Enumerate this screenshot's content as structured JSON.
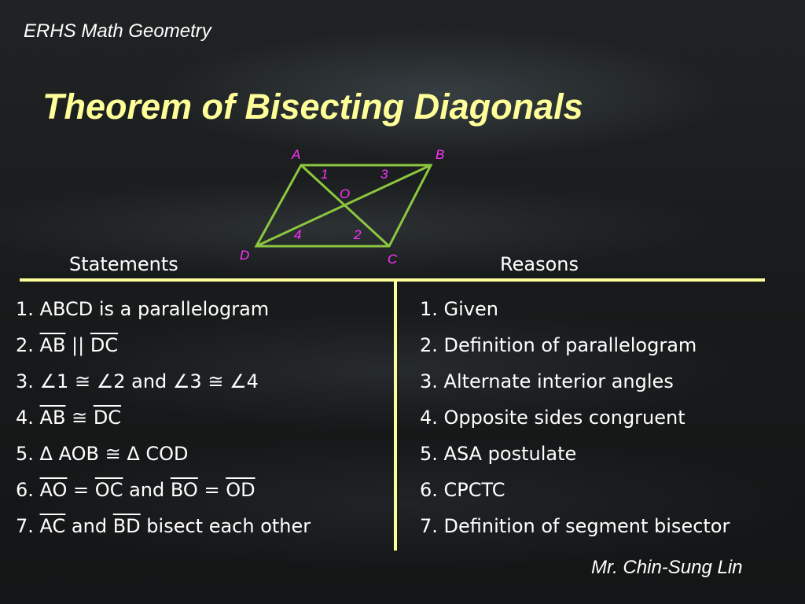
{
  "slide": {
    "header": "ERHS Math Geometry",
    "title": "Theorem of Bisecting Diagonals",
    "footer": "Mr. Chin-Sung Lin"
  },
  "figure": {
    "vertex_labels": [
      "A",
      "B",
      "C",
      "D"
    ],
    "center_label": "O",
    "angle_labels": [
      "1",
      "2",
      "3",
      "4"
    ],
    "line_color": "#8dc63f",
    "label_color": "#ff33ff"
  },
  "columns": {
    "statements_heading": "Statements",
    "reasons_heading": "Reasons",
    "rule_color": "#ffff99"
  },
  "proof": [
    {
      "statement": [
        "1. ABCD is a parallelogram"
      ],
      "reason": "1. Given"
    },
    {
      "statement": [
        "2. ",
        "AB",
        " || ",
        "DC"
      ],
      "reason": "2. Definition of parallelogram"
    },
    {
      "statement": [
        "3. ",
        "∠",
        "1 ",
        "≅",
        " ",
        "∠",
        "2 and ",
        "∠",
        "3 ",
        "≅",
        " ",
        "∠",
        "4"
      ],
      "reason": "3. Alternate interior angles"
    },
    {
      "statement": [
        "4. ",
        "AB",
        " ",
        "≅",
        " ",
        "DC"
      ],
      "reason": "4. Opposite sides congruent"
    },
    {
      "statement": [
        "5. ",
        "Δ",
        " AOB ",
        "≅",
        " ",
        "Δ",
        " COD"
      ],
      "reason": "5. ASA postulate"
    },
    {
      "statement": [
        "6. ",
        "AO",
        " = ",
        "OC",
        " and ",
        "BO",
        " = ",
        "OD"
      ],
      "reason": "6. CPCTC"
    },
    {
      "statement": [
        "7. ",
        "AC",
        " and ",
        "BD",
        " bisect each other"
      ],
      "reason": "7. Definition of segment bisector"
    }
  ]
}
